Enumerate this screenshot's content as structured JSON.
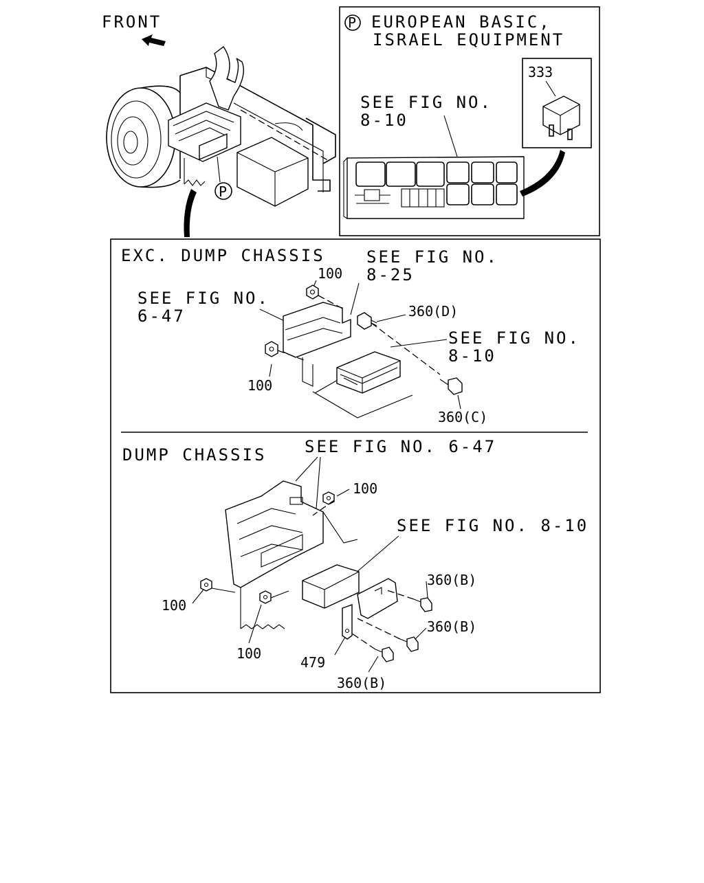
{
  "top_left": {
    "front_label": "FRONT",
    "callout_p": "P"
  },
  "european_box": {
    "marker": "P",
    "title_line1": "EUROPEAN BASIC,",
    "title_line2": "ISRAEL EQUIPMENT",
    "see_fig_line1": "SEE FIG NO.",
    "see_fig_line2": "8-10",
    "relay_part_no": "333"
  },
  "exc_dump": {
    "title": "EXC. DUMP CHASSIS",
    "ref_825_line1": "SEE FIG NO.",
    "ref_825_line2": "8-25",
    "ref_647_line1": "SEE FIG NO.",
    "ref_647_line2": "6-47",
    "ref_810_line1": "SEE FIG NO.",
    "ref_810_line2": "8-10",
    "nut_top": "100",
    "nut_left": "100",
    "bolt_d": "360(D)",
    "bolt_c": "360(C)"
  },
  "dump": {
    "title": "DUMP CHASSIS",
    "ref_647": "SEE FIG NO. 6-47",
    "ref_810": "SEE FIG NO. 8-10",
    "nut_top": "100",
    "nut_left": "100",
    "nut_bottom": "100",
    "bolt_b1": "360(B)",
    "bolt_b2": "360(B)",
    "bolt_b3": "360(B)",
    "bracket": "479"
  }
}
